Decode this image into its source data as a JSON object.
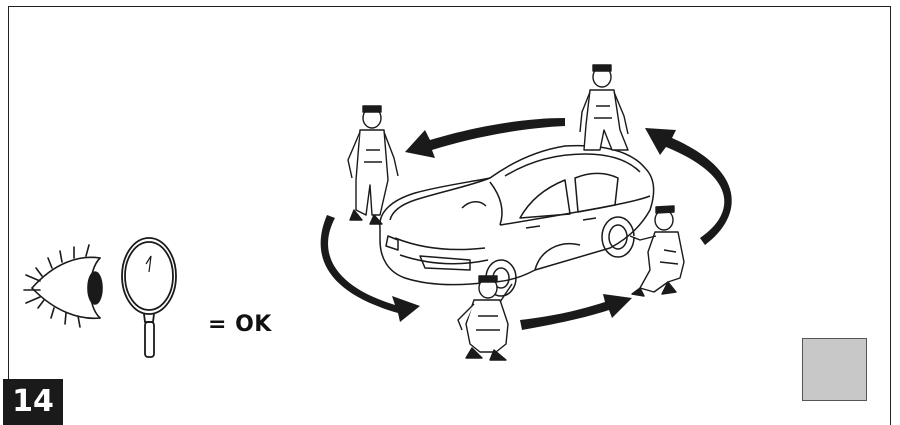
{
  "step": {
    "number": "14"
  },
  "result": {
    "label": "= OK"
  },
  "icons": {
    "eye": "eye-icon",
    "magnifier": "magnifying-glass-icon",
    "car": "car-icon",
    "mechanic": "mechanic-icon",
    "arrow": "rotation-arrow-icon"
  },
  "colors": {
    "line": "#1a1a1a",
    "badge": "#1a1a1a",
    "box_fill": "#c8c8c8"
  },
  "checkbox": {
    "state": "empty"
  }
}
